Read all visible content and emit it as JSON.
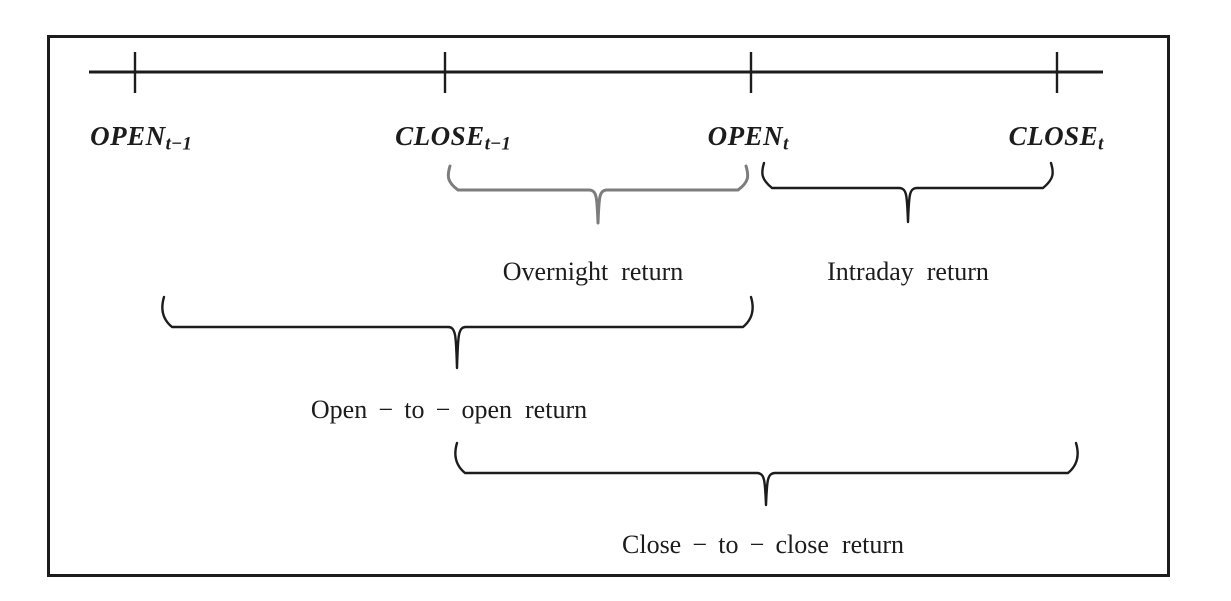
{
  "figure": {
    "background": "#ffffff",
    "ink_color": "#1c1c1c",
    "overnight_brace_color": "#7d7d7d",
    "timeline_points": [
      {
        "base": "OPEN",
        "sub": "t−1"
      },
      {
        "base": "CLOSE",
        "sub": "t−1"
      },
      {
        "base": "OPEN",
        "sub": "t"
      },
      {
        "base": "CLOSE",
        "sub": "t"
      }
    ],
    "return_labels": {
      "overnight": "Overnight return",
      "intraday": "Intraday return",
      "open_to_open": "Open − to − open return",
      "close_to_close": "Close − to − close return"
    }
  }
}
